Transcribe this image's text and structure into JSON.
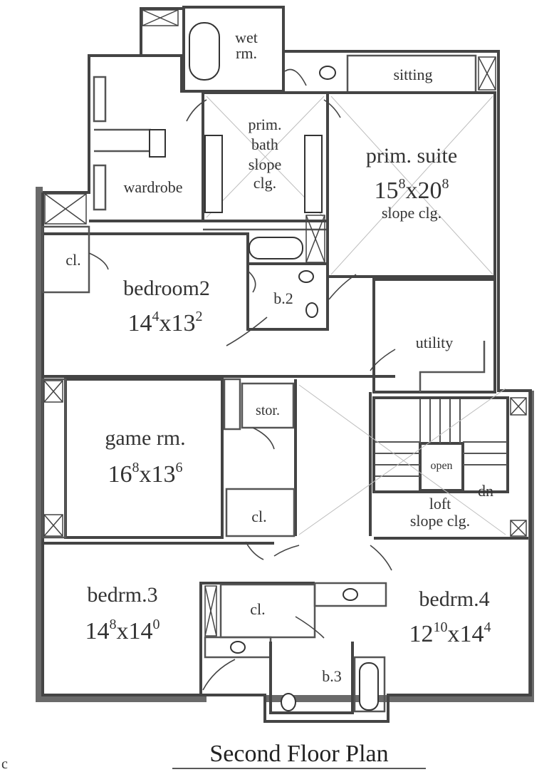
{
  "title": "Second Floor Plan",
  "corner_mark": "c",
  "rooms": {
    "wet_rm": {
      "line1": "wet",
      "line2": "rm."
    },
    "sitting": {
      "label": "sitting"
    },
    "wardrobe": {
      "label": "wardrobe"
    },
    "prim_bath": {
      "line1": "prim.",
      "line2": "bath",
      "line3": "slope",
      "line4": "clg."
    },
    "prim_suite": {
      "label": "prim. suite",
      "dim_a": "15",
      "dim_a_sup": "8",
      "dim_x": "x20",
      "dim_b_sup": "8",
      "note": "slope clg."
    },
    "cl_1": {
      "label": "cl."
    },
    "bedroom2": {
      "label": "bedroom2",
      "dim_a": "14",
      "dim_a_sup": "4",
      "dim_x": "x13",
      "dim_b_sup": "2"
    },
    "b2": {
      "label": "b.2"
    },
    "utility": {
      "label": "utility"
    },
    "stor": {
      "label": "stor."
    },
    "game_rm": {
      "label": "game rm.",
      "dim_a": "16",
      "dim_a_sup": "8",
      "dim_x": "x13",
      "dim_b_sup": "6"
    },
    "open": {
      "label": "open"
    },
    "dn": {
      "label": "dn"
    },
    "loft": {
      "line1": "loft",
      "line2": "slope clg."
    },
    "cl_2": {
      "label": "cl."
    },
    "bedrm3": {
      "label": "bedrm.3",
      "dim_a": "14",
      "dim_a_sup": "8",
      "dim_x": "x14",
      "dim_b_sup": "0"
    },
    "cl_3": {
      "label": "cl."
    },
    "bedrm4": {
      "label": "bedrm.4",
      "dim_a": "12",
      "dim_a_sup": "10",
      "dim_x": "x14",
      "dim_b_sup": "4"
    },
    "b3": {
      "label": "b.3"
    }
  }
}
